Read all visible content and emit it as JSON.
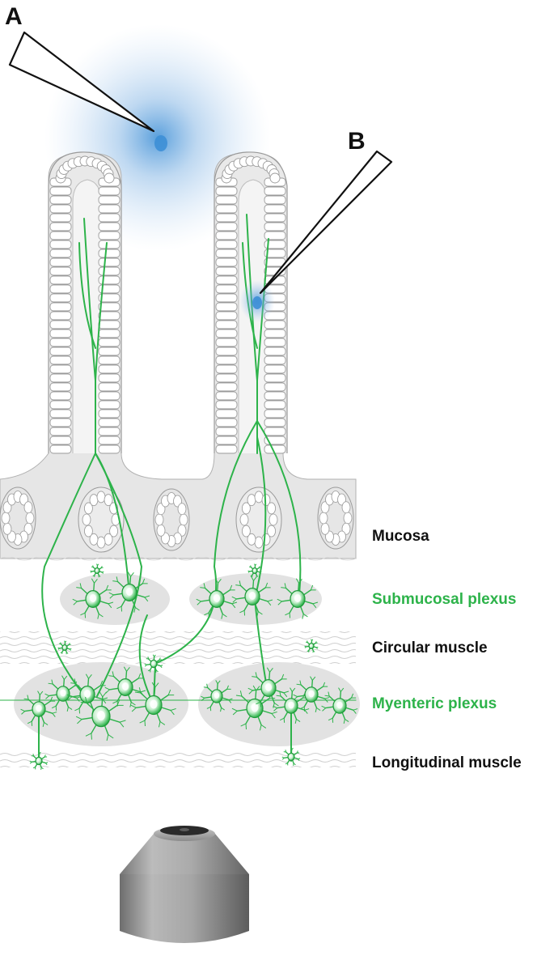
{
  "panel_labels": {
    "a": "A",
    "b": "B"
  },
  "layers": [
    {
      "id": "mucosa",
      "label": "Mucosa",
      "color": "#111111"
    },
    {
      "id": "submucosal-plexus",
      "label": "Submucosal plexus",
      "color": "#2db34a"
    },
    {
      "id": "circular-muscle",
      "label": "Circular muscle",
      "color": "#111111"
    },
    {
      "id": "myenteric-plexus",
      "label": "Myenteric plexus",
      "color": "#2db34a"
    },
    {
      "id": "longitudinal-muscle",
      "label": "Longitudinal muscle",
      "color": "#111111"
    }
  ],
  "colors": {
    "neuron": "#2db34a",
    "drug_puff": "#3d8fd6",
    "tissue_fill": "#e6e6e6",
    "cell_outline": "#9a9a9a",
    "ganglion_fill": "#e2e2e2",
    "objective": "#9c9c9c"
  },
  "elements": [
    "pipette-a",
    "pipette-b",
    "villi",
    "crypts",
    "submucosal-ganglia",
    "myenteric-ganglia",
    "microscope-objective"
  ]
}
